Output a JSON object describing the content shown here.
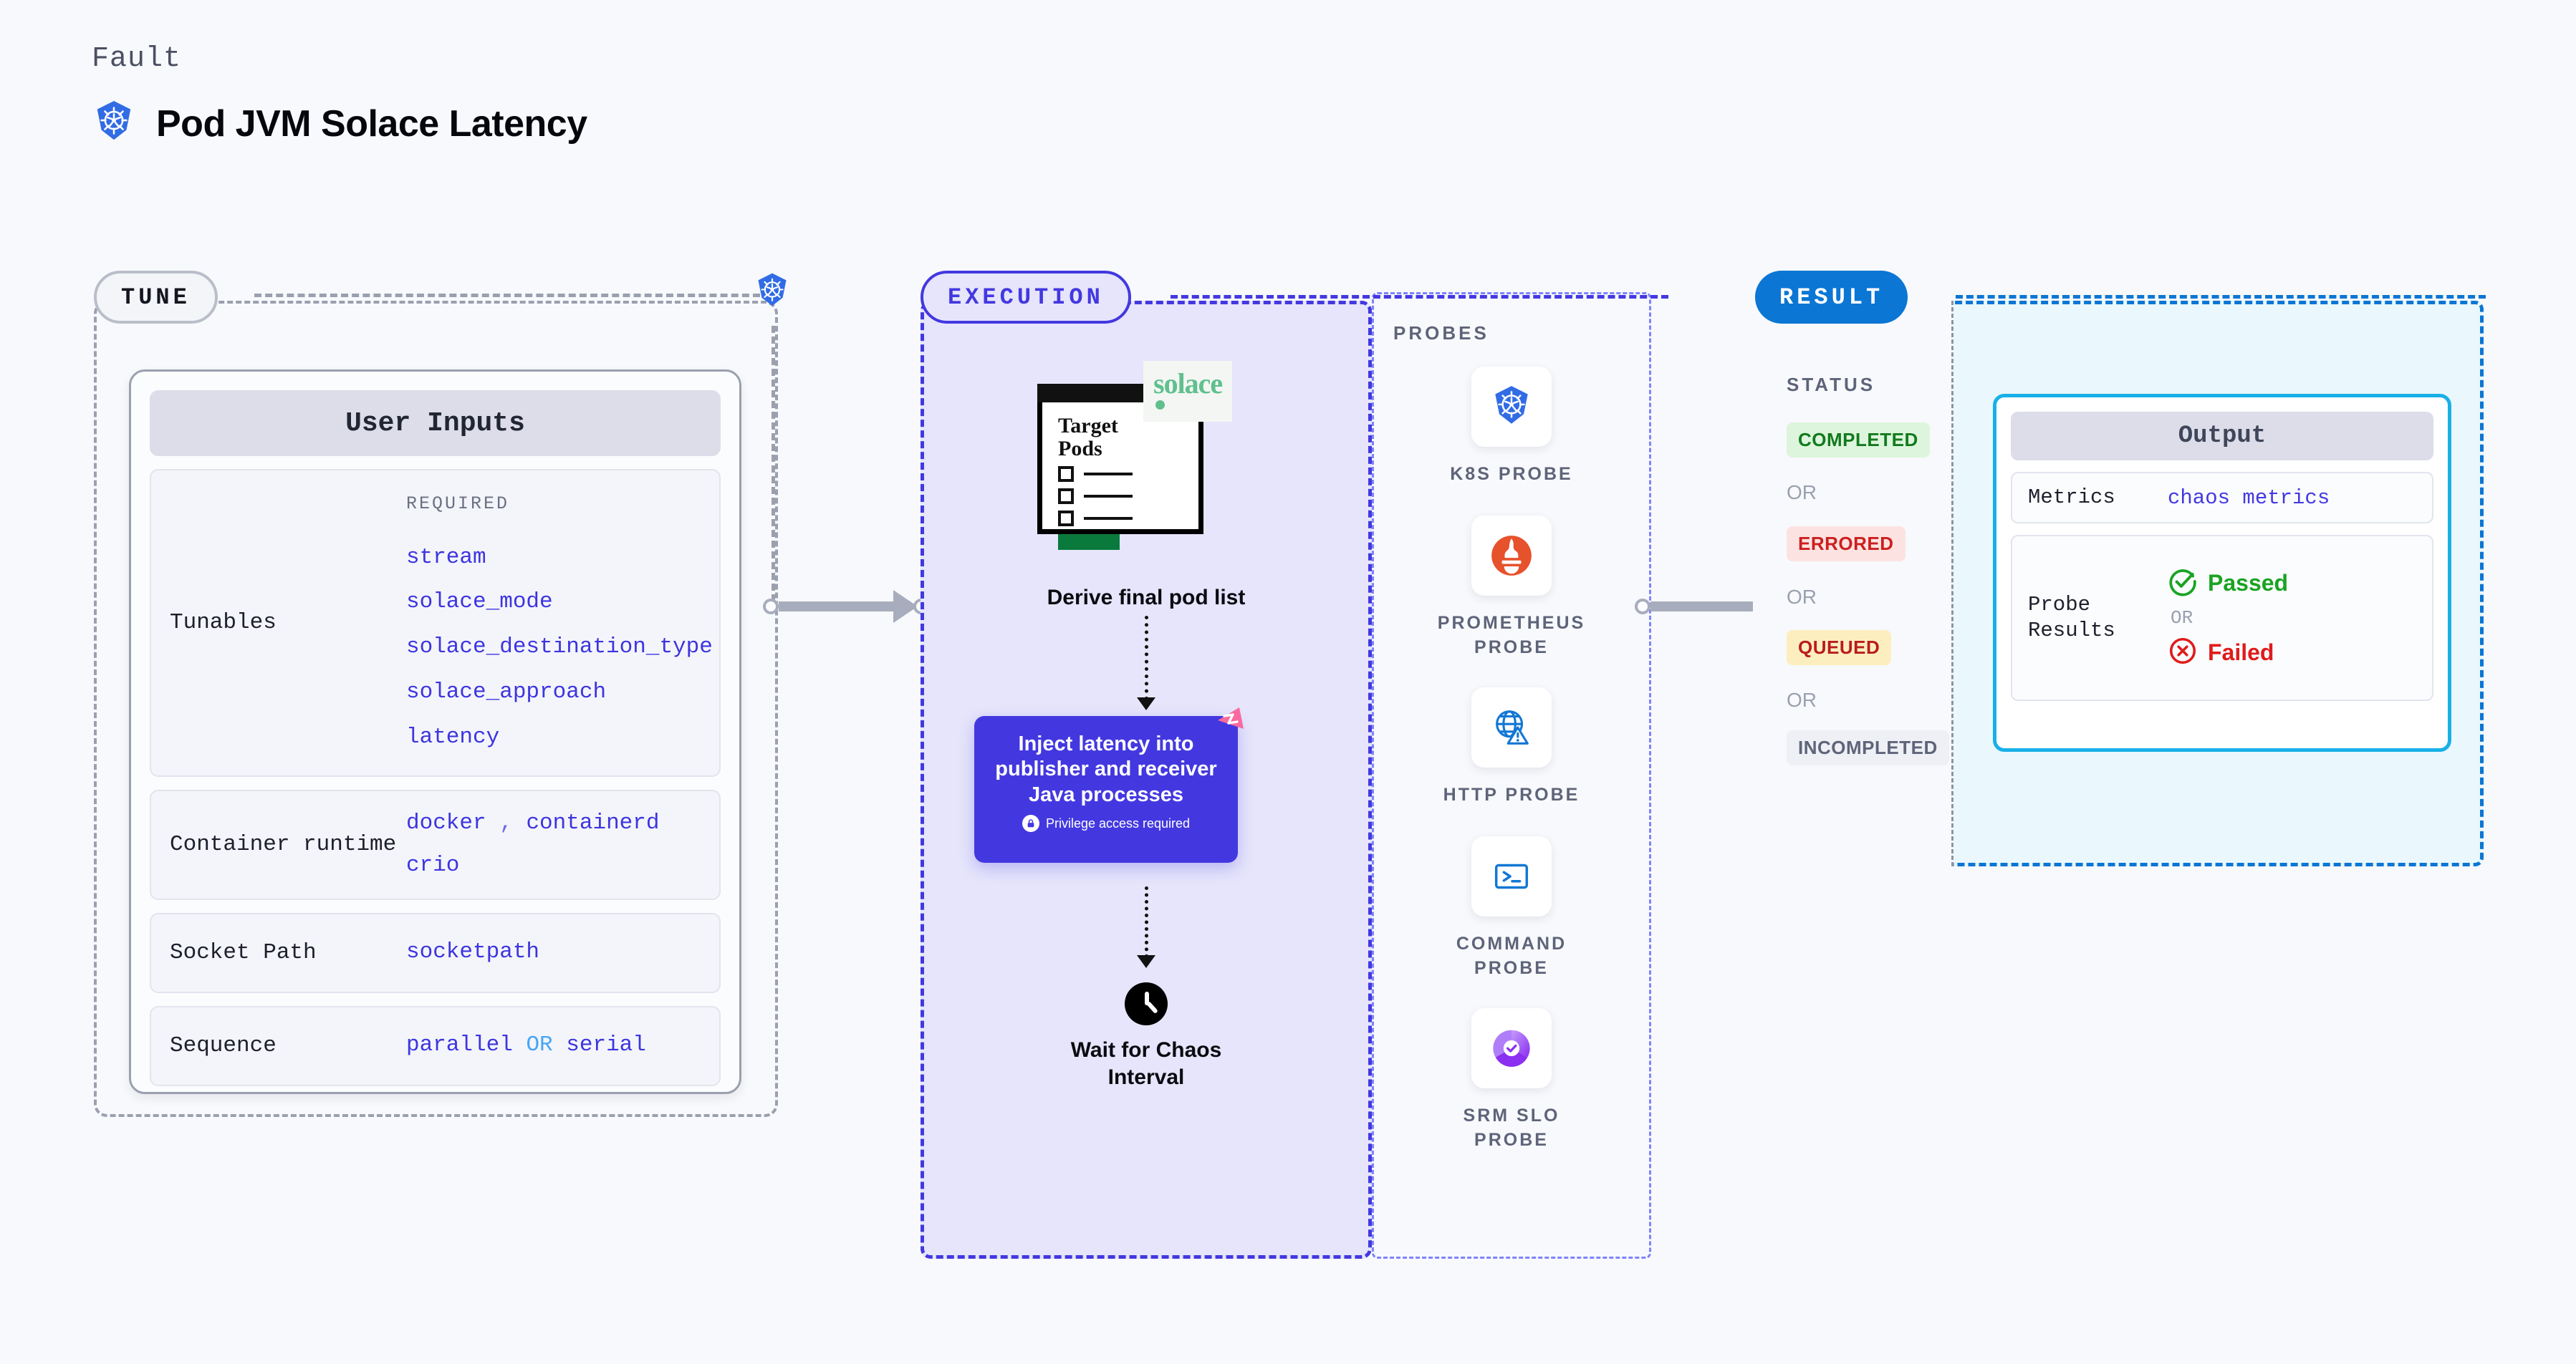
{
  "header": {
    "kicker": "Fault",
    "title": "Pod JVM Solace Latency",
    "icon": "kubernetes-icon"
  },
  "tune": {
    "pill_label": "TUNE",
    "card_title": "User Inputs",
    "required_label": "REQUIRED",
    "rows": [
      {
        "label": "Tunables",
        "values": [
          "stream",
          "solace_mode",
          "solace_destination_type",
          "solace_approach",
          "latency"
        ]
      },
      {
        "label": "Container runtime",
        "values": [
          "docker",
          "containerd",
          "crio"
        ],
        "separator": ","
      },
      {
        "label": "Socket Path",
        "values": [
          "socketpath"
        ]
      },
      {
        "label": "Sequence",
        "values": [
          "parallel",
          "serial"
        ],
        "separator": "OR"
      }
    ]
  },
  "execution": {
    "pill_label": "EXECUTION",
    "pod_card": {
      "title_line1": "Target",
      "title_line2": "Pods",
      "brand": "solace",
      "checkbox_count": 3
    },
    "derive_label": "Derive final pod list",
    "inject": {
      "text": "Inject latency into publisher and receiver Java processes",
      "privilege_note": "Privilege access required",
      "icon": "lock-icon",
      "ribbon_icon": "litmus-ribbon-icon"
    },
    "wait": {
      "icon": "clock-icon",
      "label_line1": "Wait for Chaos",
      "label_line2": "Interval"
    }
  },
  "probes": {
    "title": "PROBES",
    "items": [
      {
        "label": "K8S PROBE",
        "icon": "kubernetes-icon"
      },
      {
        "label": "PROMETHEUS PROBE",
        "icon": "prometheus-icon"
      },
      {
        "label": "HTTP PROBE",
        "icon": "http-globe-icon"
      },
      {
        "label": "COMMAND PROBE",
        "icon": "terminal-icon"
      },
      {
        "label": "SRM SLO PROBE",
        "icon": "srm-slo-icon"
      }
    ]
  },
  "result": {
    "pill_label": "RESULT",
    "status_title": "STATUS",
    "or_label": "OR",
    "statuses": [
      {
        "label": "COMPLETED",
        "text_color": "#127a1e",
        "bg_color": "#ddf5dc"
      },
      {
        "label": "ERRORED",
        "text_color": "#cc1f1f",
        "bg_color": "#fce3e1"
      },
      {
        "label": "QUEUED",
        "text_color": "#b91c1c",
        "bg_color": "#fdeec0"
      },
      {
        "label": "INCOMPLETED",
        "text_color": "#5e6479",
        "bg_color": "#eef0f5"
      }
    ],
    "output": {
      "title": "Output",
      "metrics_label": "Metrics",
      "metrics_value": "chaos metrics",
      "probe_results_label": "Probe Results",
      "passed_label": "Passed",
      "failed_label": "Failed",
      "or_label": "OR",
      "passed_icon": "check-circle-icon",
      "failed_icon": "x-circle-icon",
      "passed_color": "#1aa322",
      "failed_color": "#e01b1b"
    }
  },
  "colors": {
    "page_bg": "#f8f9fc",
    "tune_dash": "#9aa0ae",
    "execution_accent": "#4338e0",
    "execution_bg": "#e6e5fb",
    "result_accent": "#0b76d4",
    "result_bg": "#eaf8fd",
    "output_border": "#19b0e8",
    "mono_value": "#3d35e0"
  }
}
